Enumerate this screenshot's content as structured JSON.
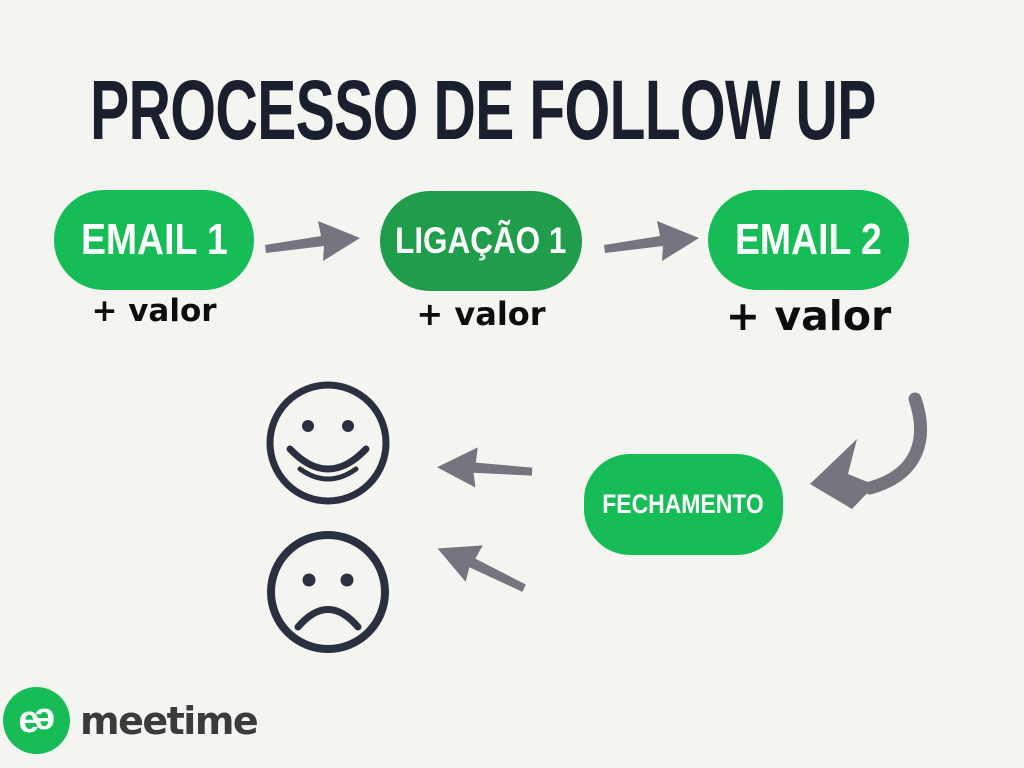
{
  "page": {
    "background_color": "#f4f5f1"
  },
  "title": {
    "text": "PROCESSO DE FOLLOW UP",
    "color": "#1a1f2e"
  },
  "colors": {
    "step_green_bright": "#16bd56",
    "step_green_dark": "#1f9d4a",
    "arrow_gray": "#75757f",
    "face_ink": "#2b3040",
    "valor_text": "#0d0d0d",
    "logo_green": "#16bd56",
    "logo_text": "#3b3b39"
  },
  "flow": {
    "steps": [
      {
        "label": "EMAIL 1",
        "sublabel": "+ valor"
      },
      {
        "label": "LIGAÇÃO 1",
        "sublabel": "+ valor"
      },
      {
        "label": "EMAIL 2",
        "sublabel": "+ valor"
      }
    ],
    "closing": {
      "label": "FECHAMENTO"
    },
    "outcomes": [
      {
        "icon": "happy-face-icon"
      },
      {
        "icon": "sad-face-icon"
      }
    ],
    "connector_icons": [
      "arrow-right-icon",
      "arrow-right-icon",
      "curved-arrow-down-left-icon",
      "arrow-left-icon",
      "arrow-down-left-icon"
    ]
  },
  "logo": {
    "mark_letter_left": "e",
    "mark_letter_right": "e",
    "wordmark": "meetime"
  }
}
